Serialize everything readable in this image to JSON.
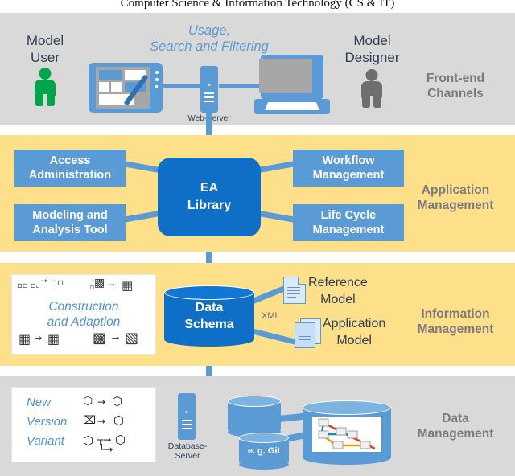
{
  "paper": {
    "header": "Computer Science & Information Technology (CS & IT)"
  },
  "colors": {
    "band_gray": "#d9d9d9",
    "band_yellow": "#ffe08a",
    "accent_blue": "#5b9bd5",
    "core_blue": "#0f6fc6",
    "person_user_green": "#00a44b",
    "person_designer_gray": "#6e6e6e",
    "band_label_gray": "#7b7b7b",
    "italic_blue": "#4a90d9"
  },
  "bands": [
    {
      "id": "frontend",
      "label": "Front-end\nChannels",
      "label_line1": "Front-end",
      "label_line2": "Channels",
      "tone": "gray"
    },
    {
      "id": "application",
      "label": "Application\nManagement",
      "label_line1": "Application",
      "label_line2": "Management",
      "tone": "yellow"
    },
    {
      "id": "information",
      "label": "Information\nManagement",
      "label_line1": "Information",
      "label_line2": "Management",
      "tone": "yellow"
    },
    {
      "id": "data",
      "label": "Data\nManagement",
      "label_line1": "Data",
      "label_line2": "Management",
      "tone": "gray"
    }
  ],
  "frontend": {
    "model_user_line1": "Model",
    "model_user_line2": "User",
    "model_designer_line1": "Model",
    "model_designer_line2": "Designer",
    "usage_line1": "Usage,",
    "usage_line2": "Search and Filtering",
    "web_server_label": "Web-Server"
  },
  "application": {
    "core_line1": "EA",
    "core_line2": "Library",
    "boxes": [
      {
        "id": "access-administration",
        "line1": "Access",
        "line2": "Administration",
        "side": "left",
        "row": "top"
      },
      {
        "id": "modeling-analysis-tool",
        "line1": "Modeling and",
        "line2": "Analysis Tool",
        "side": "left",
        "row": "bottom"
      },
      {
        "id": "workflow-management",
        "line1": "Workflow",
        "line2": "Management",
        "side": "right",
        "row": "top"
      },
      {
        "id": "life-cycle-management",
        "line1": "Life Cycle",
        "line2": "Management",
        "side": "right",
        "row": "bottom"
      }
    ]
  },
  "information": {
    "panel_line1": "Construction",
    "panel_line2": "and Adaption",
    "schema_line1": "Data",
    "schema_line2": "Schema",
    "xml_label": "XML",
    "reference_model_line1": "Reference",
    "reference_model_line2": "Model",
    "application_model_line1": "Application",
    "application_model_line2": "Model"
  },
  "data": {
    "variants": [
      {
        "id": "new",
        "label": "New"
      },
      {
        "id": "version",
        "label": "Version"
      },
      {
        "id": "variant",
        "label": "Variant"
      }
    ],
    "database_server_line1": "Database-",
    "database_server_line2": "Server",
    "git_label": "e. g. Git"
  }
}
